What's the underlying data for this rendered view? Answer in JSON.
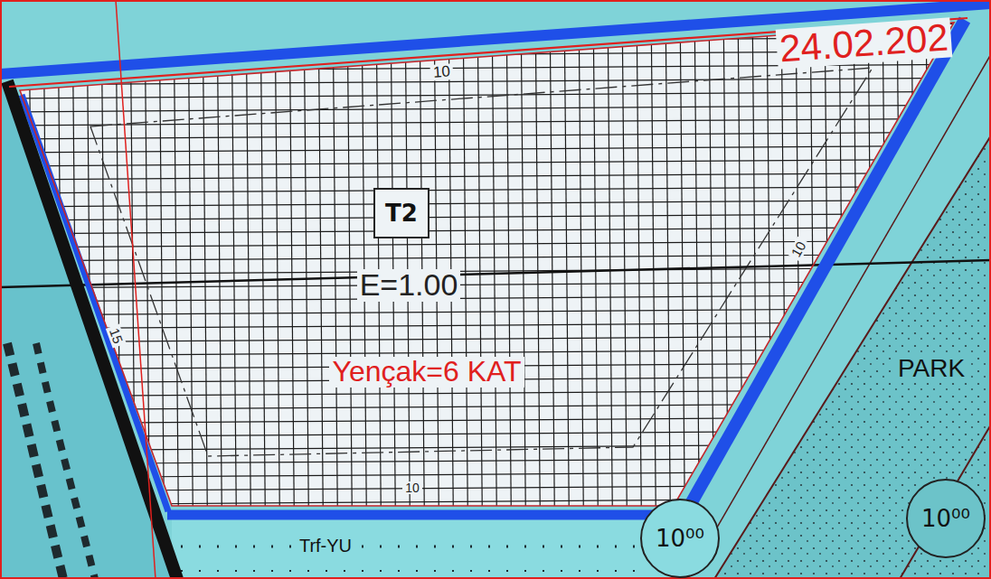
{
  "diagram": {
    "nodes": [
      {
        "text": [
          "T2"
        ]
      },
      {
        "text": [
          "10⁰⁰"
        ]
      },
      {
        "text": [
          "10⁰⁰"
        ]
      }
    ],
    "labels": [
      "24.02.202",
      "10",
      "E=1.00",
      "Yençak=6 KAT",
      "10",
      "15",
      "10",
      "PARK",
      "Trf-YU"
    ]
  }
}
